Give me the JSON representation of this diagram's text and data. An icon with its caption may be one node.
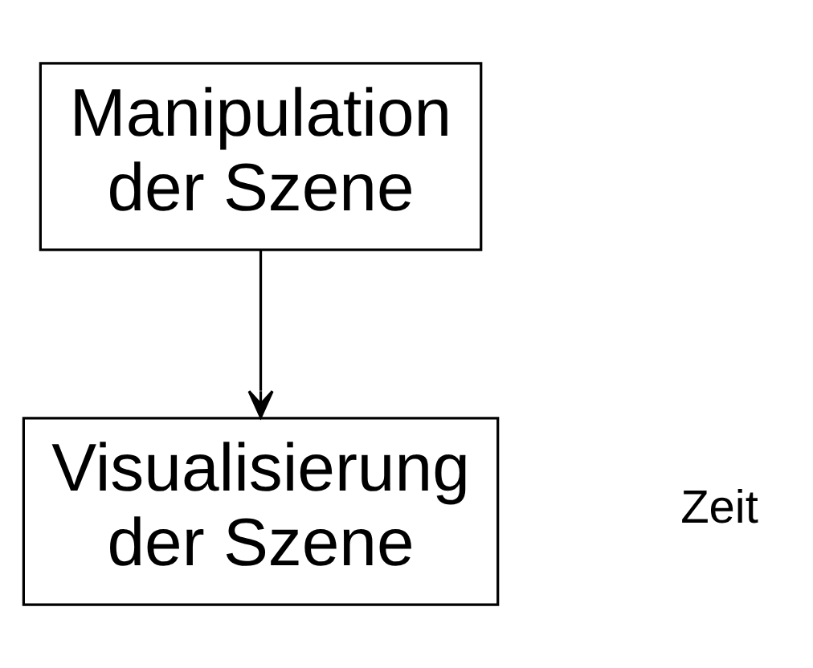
{
  "diagram": {
    "nodes": [
      {
        "text": [
          "Manipulation der Szene"
        ]
      },
      {
        "text": [
          "Visualisierung der Szene"
        ]
      }
    ],
    "edges": [
      {
        "from": 0,
        "to": 1,
        "arrow": "to"
      }
    ],
    "labels": [
      "Zeit"
    ]
  }
}
